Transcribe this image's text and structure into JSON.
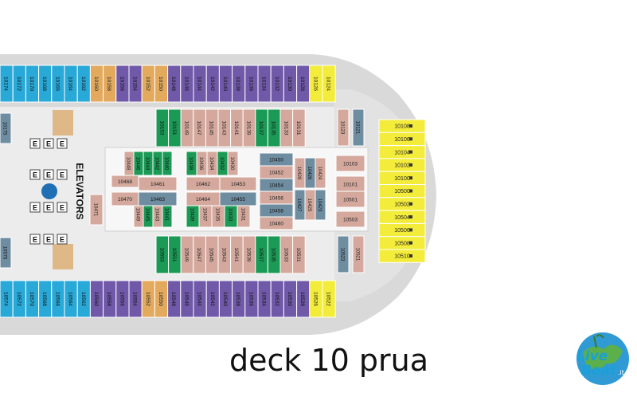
{
  "caption": "deck 10 prua",
  "logo": {
    "line1": "Live",
    "line2": "Boat",
    "suffix": ".it"
  },
  "elevators_label": "ELEVATORS",
  "elevator_letter": "E",
  "colors": {
    "hull": "#d9d9d9",
    "deck": "#ececec",
    "blue": "#29a9d8",
    "orange": "#e3aa5e",
    "purple": "#6f59a8",
    "green": "#1b9a56",
    "salmon": "#d4a89c",
    "slate": "#6f8da1",
    "yellow": "#f4ec3a",
    "wood": "#deb887"
  },
  "cabins": {
    "top_row": [
      {
        "n": "10174",
        "c": "blue"
      },
      {
        "n": "10172",
        "c": "blue"
      },
      {
        "n": "10170",
        "c": "blue"
      },
      {
        "n": "10168",
        "c": "blue"
      },
      {
        "n": "10166",
        "c": "blue"
      },
      {
        "n": "10164",
        "c": "blue"
      },
      {
        "n": "10162",
        "c": "blue"
      },
      {
        "n": "10160",
        "c": "orange"
      },
      {
        "n": "10158",
        "c": "orange"
      },
      {
        "n": "10156",
        "c": "purple"
      },
      {
        "n": "10154",
        "c": "purple"
      },
      {
        "n": "10152",
        "c": "orange"
      },
      {
        "n": "10150",
        "c": "orange"
      },
      {
        "n": "10148",
        "c": "purple"
      },
      {
        "n": "10146",
        "c": "purple"
      },
      {
        "n": "10144",
        "c": "purple"
      },
      {
        "n": "10142",
        "c": "purple"
      },
      {
        "n": "10140",
        "c": "purple"
      },
      {
        "n": "10138",
        "c": "purple"
      },
      {
        "n": "10136",
        "c": "purple"
      },
      {
        "n": "10134",
        "c": "purple"
      },
      {
        "n": "10132",
        "c": "purple"
      },
      {
        "n": "10130",
        "c": "purple"
      },
      {
        "n": "10128",
        "c": "purple"
      },
      {
        "n": "10126",
        "c": "yellow"
      },
      {
        "n": "10124",
        "c": "yellow"
      }
    ],
    "bottom_row": [
      {
        "n": "10574",
        "c": "blue"
      },
      {
        "n": "10572",
        "c": "blue"
      },
      {
        "n": "10570",
        "c": "blue"
      },
      {
        "n": "10568",
        "c": "blue"
      },
      {
        "n": "10566",
        "c": "blue"
      },
      {
        "n": "10564",
        "c": "blue"
      },
      {
        "n": "10562",
        "c": "blue"
      },
      {
        "n": "10560",
        "c": "purple"
      },
      {
        "n": "10558",
        "c": "purple"
      },
      {
        "n": "10556",
        "c": "purple"
      },
      {
        "n": "10554",
        "c": "purple"
      },
      {
        "n": "10552",
        "c": "orange"
      },
      {
        "n": "10550",
        "c": "orange"
      },
      {
        "n": "10548",
        "c": "purple"
      },
      {
        "n": "10546",
        "c": "purple"
      },
      {
        "n": "10544",
        "c": "purple"
      },
      {
        "n": "10542",
        "c": "purple"
      },
      {
        "n": "10540",
        "c": "purple"
      },
      {
        "n": "10538",
        "c": "purple"
      },
      {
        "n": "10536",
        "c": "purple"
      },
      {
        "n": "10534",
        "c": "purple"
      },
      {
        "n": "10532",
        "c": "purple"
      },
      {
        "n": "10530",
        "c": "purple"
      },
      {
        "n": "10528",
        "c": "purple"
      },
      {
        "n": "10526",
        "c": "yellow"
      },
      {
        "n": "10522",
        "c": "yellow"
      }
    ],
    "upper_inner": [
      {
        "n": "10153",
        "c": "green"
      },
      {
        "n": "10151",
        "c": "green"
      },
      {
        "n": "10149",
        "c": "salmon"
      },
      {
        "n": "10147",
        "c": "salmon"
      },
      {
        "n": "10145",
        "c": "salmon"
      },
      {
        "n": "10143",
        "c": "salmon"
      },
      {
        "n": "10141",
        "c": "salmon"
      },
      {
        "n": "10139",
        "c": "salmon"
      },
      {
        "n": "10137",
        "c": "green"
      },
      {
        "n": "10135",
        "c": "green"
      },
      {
        "n": "10133",
        "c": "salmon"
      },
      {
        "n": "10131",
        "c": "salmon"
      }
    ],
    "lower_inner": [
      {
        "n": "10553",
        "c": "green"
      },
      {
        "n": "10551",
        "c": "green"
      },
      {
        "n": "10549",
        "c": "salmon"
      },
      {
        "n": "10547",
        "c": "salmon"
      },
      {
        "n": "10545",
        "c": "salmon"
      },
      {
        "n": "10543",
        "c": "salmon"
      },
      {
        "n": "10541",
        "c": "salmon"
      },
      {
        "n": "10539",
        "c": "salmon"
      },
      {
        "n": "10537",
        "c": "green"
      },
      {
        "n": "10535",
        "c": "green"
      },
      {
        "n": "10533",
        "c": "salmon"
      },
      {
        "n": "10531",
        "c": "salmon"
      }
    ],
    "inner_top_vertical": [
      {
        "n": "10448",
        "c": "salmon"
      },
      {
        "n": "10446",
        "c": "green"
      },
      {
        "n": "10444",
        "c": "green"
      },
      {
        "n": "10442",
        "c": "green"
      },
      {
        "n": "10440",
        "c": "green"
      },
      {
        "n": "10438",
        "c": "green"
      },
      {
        "n": "10436",
        "c": "salmon"
      },
      {
        "n": "10434",
        "c": "salmon"
      },
      {
        "n": "10432",
        "c": "green"
      },
      {
        "n": "10430",
        "c": "salmon"
      }
    ],
    "inner_bottom_vertical": [
      {
        "n": "10449",
        "c": "salmon"
      },
      {
        "n": "10445",
        "c": "green"
      },
      {
        "n": "10443",
        "c": "salmon"
      },
      {
        "n": "10441",
        "c": "green"
      },
      {
        "n": "10439",
        "c": "green"
      },
      {
        "n": "10437",
        "c": "salmon"
      },
      {
        "n": "10435",
        "c": "salmon"
      },
      {
        "n": "10433",
        "c": "green"
      },
      {
        "n": "10431",
        "c": "salmon"
      }
    ],
    "inner_horizontal": [
      {
        "n": "10468",
        "c": "salmon"
      },
      {
        "n": "10461",
        "c": "salmon"
      },
      {
        "n": "10470",
        "c": "salmon"
      },
      {
        "n": "10463",
        "c": "slate"
      },
      {
        "n": "10462",
        "c": "salmon"
      },
      {
        "n": "10453",
        "c": "salmon"
      },
      {
        "n": "10464",
        "c": "salmon"
      },
      {
        "n": "10455",
        "c": "slate"
      }
    ],
    "center_stack": [
      {
        "n": "10450",
        "c": "slate"
      },
      {
        "n": "10452",
        "c": "salmon"
      },
      {
        "n": "10454",
        "c": "slate"
      },
      {
        "n": "10456",
        "c": "salmon"
      },
      {
        "n": "10458",
        "c": "slate"
      },
      {
        "n": "10460",
        "c": "salmon"
      }
    ],
    "center_vertical": [
      {
        "n": "10428",
        "c": "salmon"
      },
      {
        "n": "10426",
        "c": "slate"
      },
      {
        "n": "10424",
        "c": "salmon"
      },
      {
        "n": "10427",
        "c": "slate"
      },
      {
        "n": "10425",
        "c": "salmon"
      },
      {
        "n": "10423",
        "c": "slate"
      }
    ],
    "right_inner": [
      {
        "n": "10103",
        "c": "salmon"
      },
      {
        "n": "10101",
        "c": "salmon"
      },
      {
        "n": "10501",
        "c": "salmon"
      },
      {
        "n": "10503",
        "c": "salmon"
      }
    ],
    "side_small": [
      {
        "n": "10123",
        "c": "salmon"
      },
      {
        "n": "10121",
        "c": "slate"
      },
      {
        "n": "10523",
        "c": "slate"
      },
      {
        "n": "10521",
        "c": "salmon"
      },
      {
        "n": "10471",
        "c": "salmon"
      },
      {
        "n": "10175",
        "c": "slate"
      },
      {
        "n": "10575",
        "c": "slate"
      }
    ],
    "bow_rows": [
      "10108",
      "10106",
      "10104",
      "10102",
      "10100",
      "10500",
      "10502",
      "10504",
      "10506",
      "10508",
      "10510"
    ]
  }
}
